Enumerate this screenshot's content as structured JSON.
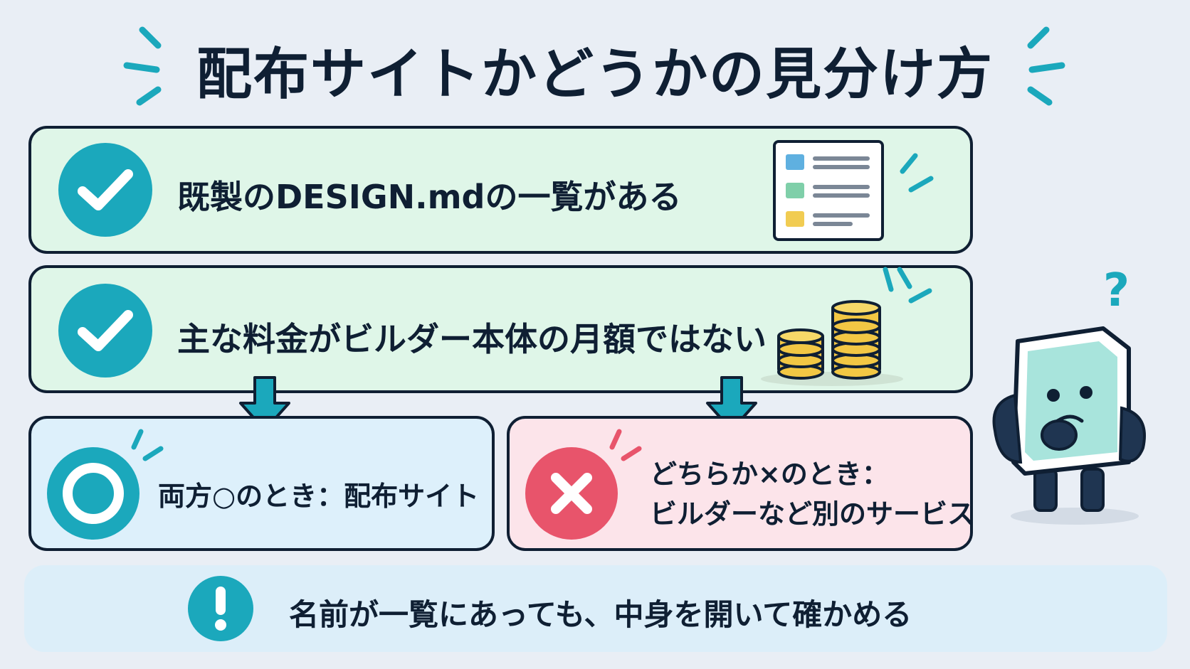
{
  "title": "配布サイトかどうかの見分け方",
  "conditions": [
    {
      "text": "既製のDESIGN.mdの一覧がある",
      "icon": "check-icon",
      "illustration": "list-document-icon"
    },
    {
      "text": "主な料金がビルダー本体の月額ではない",
      "icon": "check-icon",
      "illustration": "coin-stack-icon"
    }
  ],
  "outcomes": {
    "positive": {
      "text": "両方○のとき：配布サイト",
      "icon": "circle-mark-icon"
    },
    "negative": {
      "line1": "どちらか×のとき：",
      "line2": "ビルダーなど別のサービス",
      "icon": "cross-mark-icon"
    }
  },
  "note": {
    "text": "名前が一覧にあっても、中身を開いて確かめる",
    "icon": "exclamation-icon"
  },
  "colors": {
    "teal": "#1ba8bc",
    "red": "#e8546b",
    "navy": "#0f1f33",
    "green_bg": "#dff6e8",
    "blue_bg": "#ddf0fb",
    "pink_bg": "#fce4ea"
  }
}
